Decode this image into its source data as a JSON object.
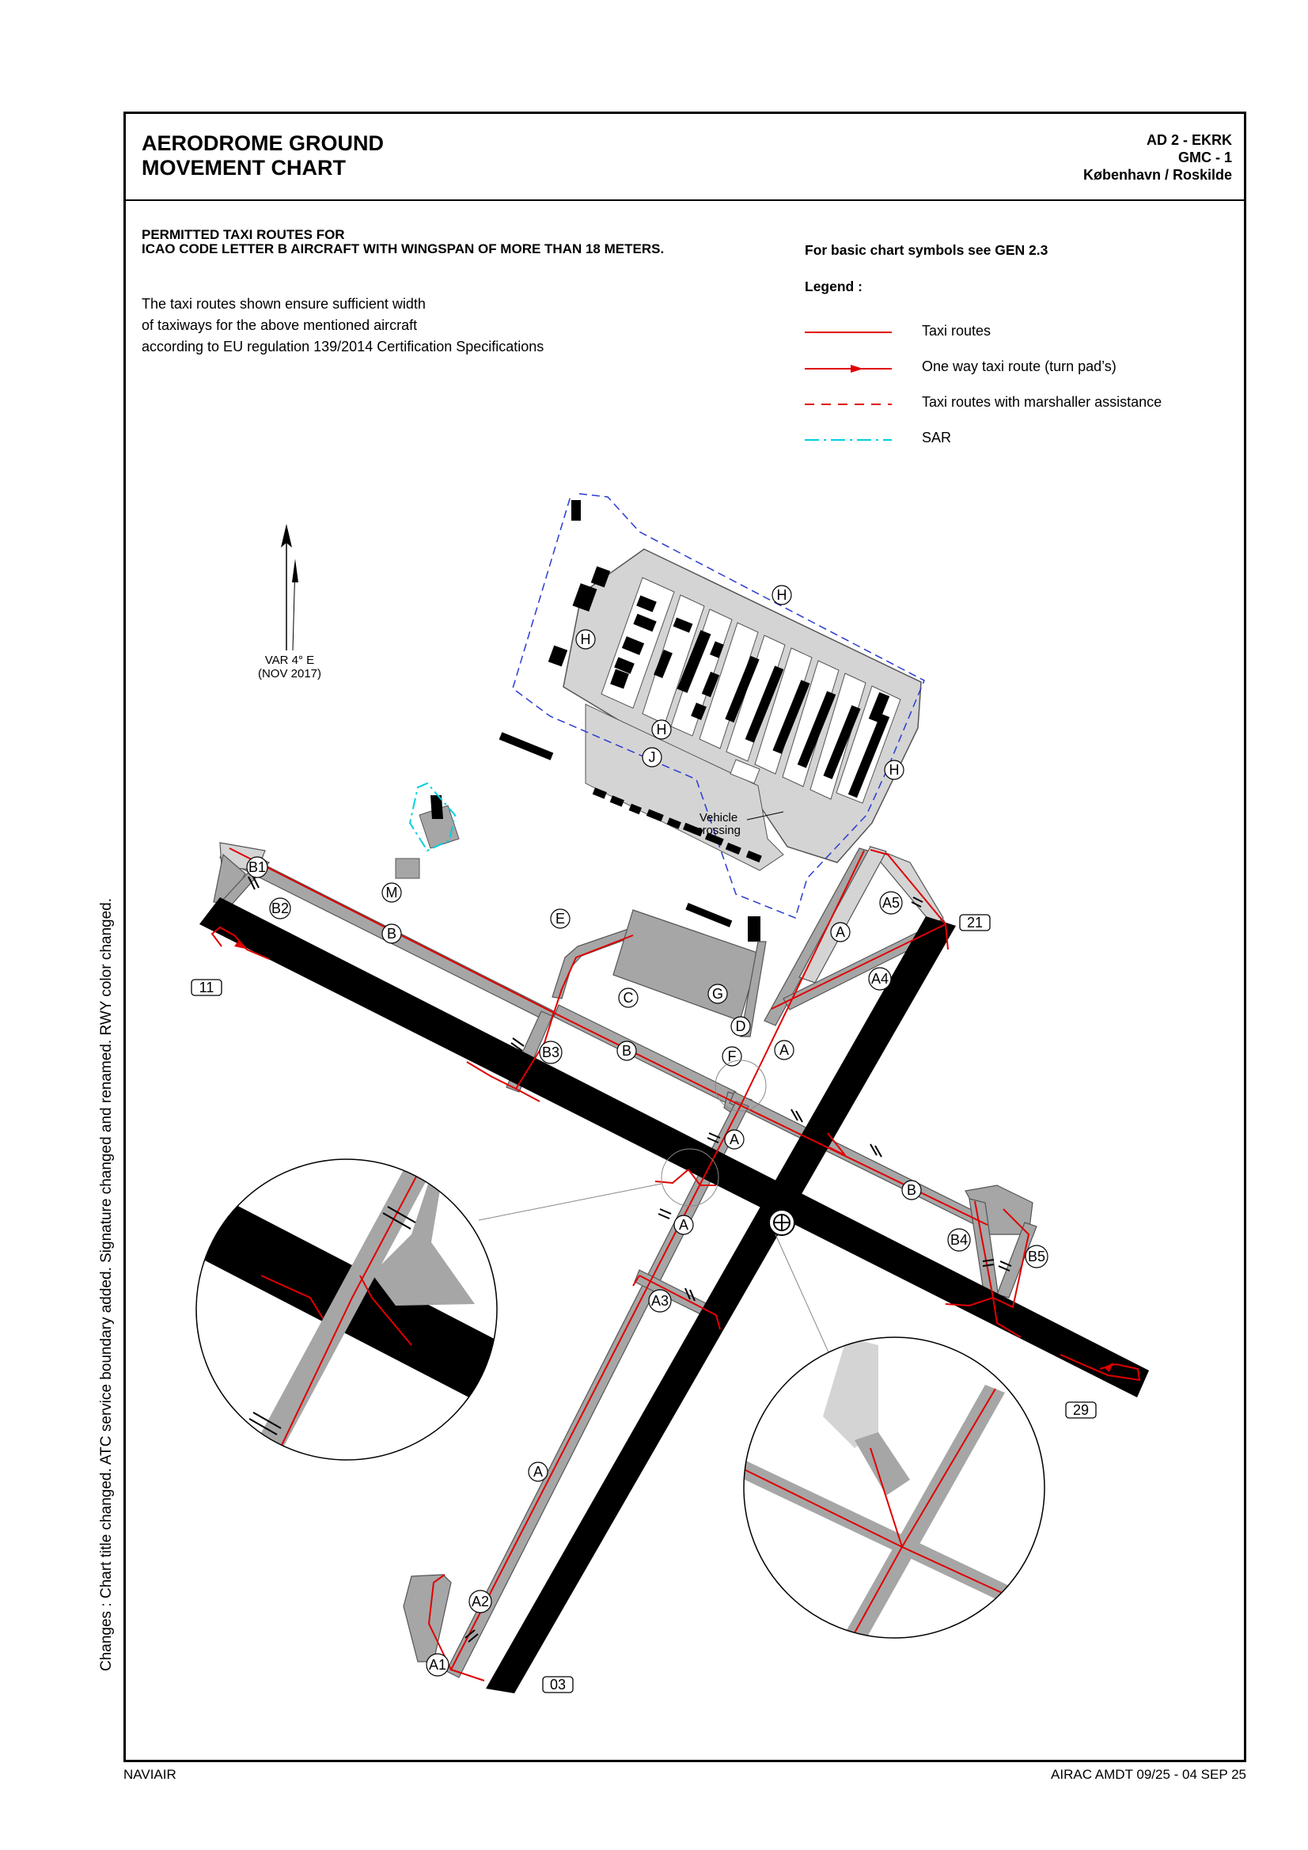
{
  "header": {
    "title_line1": "AERODROME GROUND",
    "title_line2": "MOVEMENT CHART",
    "ident_line1": "AD 2 - EKRK",
    "ident_line2": "GMC - 1",
    "ident_line3": "København / Roskilde"
  },
  "info": {
    "permitted_line1": "PERMITTED TAXI ROUTES FOR",
    "permitted_line2": "ICAO CODE LETTER B AIRCRAFT WITH WINGSPAN OF MORE THAN 18 METERS.",
    "note_line1": "The taxi routes shown ensure sufficient width",
    "note_line2": "of taxiways for the above mentioned aircraft",
    "note_line3": "according to EU regulation 139/2014 Certification Specifications",
    "gen_ref": "For basic chart symbols see GEN 2.3"
  },
  "legend": {
    "title": "Legend :",
    "items": [
      {
        "label": "Taxi routes",
        "style": "solid",
        "color": "#e00000"
      },
      {
        "label": "One way taxi route (turn pad’s)",
        "style": "arrow",
        "color": "#e00000"
      },
      {
        "label": "Taxi routes with marshaller assistance",
        "style": "dashed",
        "color": "#e00000"
      },
      {
        "label": "SAR",
        "style": "dash-dot",
        "color": "#00d0e0"
      }
    ]
  },
  "north": {
    "var_line1": "VAR 4° E",
    "var_line2": "(NOV 2017)"
  },
  "runways": [
    "11",
    "29",
    "21",
    "03"
  ],
  "taxiways": {
    "B1": "B1",
    "B2": "B2",
    "M": "M",
    "B": "B",
    "E": "E",
    "C": "C",
    "G": "G",
    "D": "D",
    "F": "F",
    "A": "A",
    "A5": "A5",
    "A4": "A4",
    "B3": "B3",
    "A3": "A3",
    "A2": "A2",
    "A1": "A1",
    "B4": "B4",
    "B5": "B5",
    "H": "H",
    "J": "J"
  },
  "vehicle_crossing": {
    "line1": "Vehicle",
    "line2": "crossing"
  },
  "side_note": "Changes : Chart title changed. ATC service boundary added. Signature changed and renamed. RWY color changed.",
  "footer": {
    "left": "NAVIAIR",
    "right": "AIRAC AMDT 09/25 - 04 SEP 25"
  },
  "colors": {
    "runway": "#000000",
    "taxiway": "#a6a6a6",
    "apron": "#d4d4d4",
    "route": "#e00000",
    "sar": "#00d0e0",
    "boundary": "#2a3bd0"
  }
}
